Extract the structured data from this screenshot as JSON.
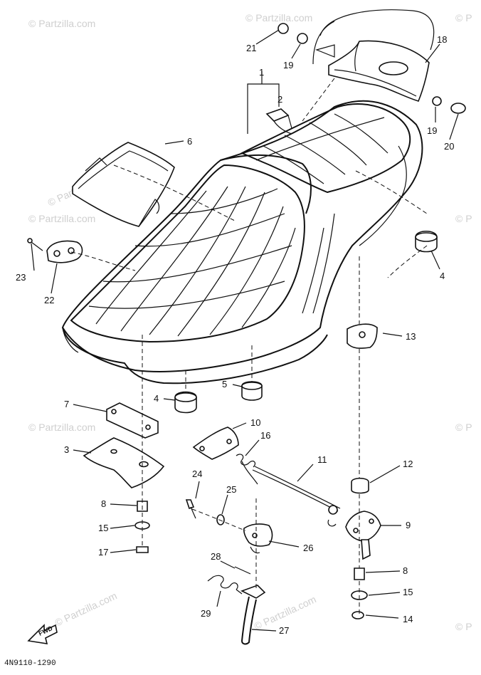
{
  "diagram": {
    "callouts": [
      "1",
      "2",
      "3",
      "4",
      "4",
      "5",
      "6",
      "7",
      "8",
      "8",
      "9",
      "10",
      "11",
      "12",
      "13",
      "14",
      "15",
      "15",
      "16",
      "17",
      "18",
      "19",
      "19",
      "20",
      "21",
      "22",
      "23",
      "24",
      "25",
      "26",
      "27",
      "28",
      "29"
    ],
    "drawing_code": "4N9110-1290",
    "fwd_label": "FWD",
    "watermark": "© Partzilla.com",
    "watermark_short": "© P"
  }
}
